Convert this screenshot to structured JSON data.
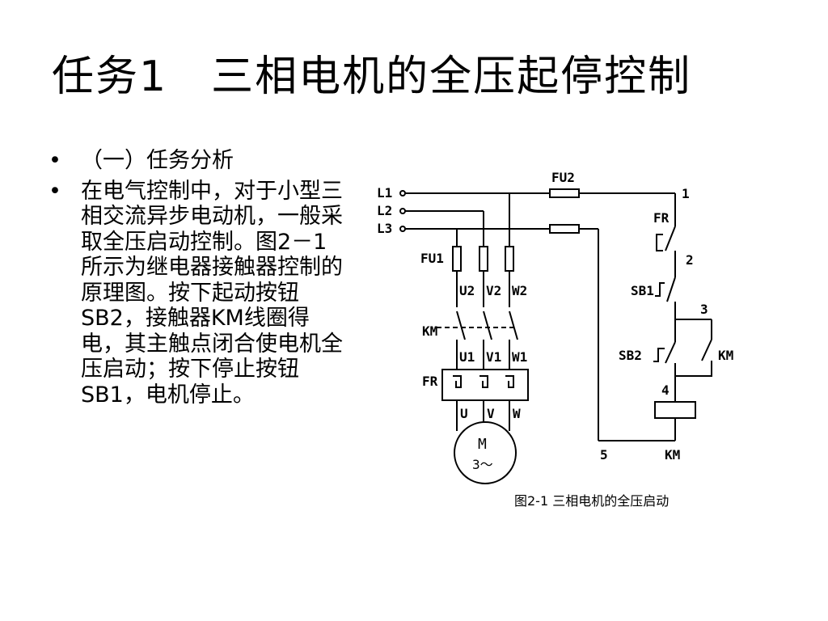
{
  "slide": {
    "title": "任务1　三相电机的全压起停控制",
    "bullets": [
      "（一）任务分析",
      "在电气控制中，对于小型三相交流异步电动机，一般采取全压启动控制。图2－1所示为继电器接触器控制的原理图。按下起动按钮SB2，接触器KM线圈得电，其主触点闭合使电机全压启动；按下停止按钮SB1，电机停止。"
    ],
    "bullet_symbol": "•"
  },
  "figure": {
    "caption": "图2-1  三相电机的全压启动",
    "labels": {
      "L1": "L1",
      "L2": "L2",
      "L3": "L3",
      "FU2": "FU2",
      "FU1": "FU1",
      "U2": "U2",
      "V2": "V2",
      "W2": "W2",
      "KM_main": "KM",
      "U1": "U1",
      "V1": "V1",
      "W1": "W1",
      "FR_main": "FR",
      "U": "U",
      "V": "V",
      "W": "W",
      "motor_M": "M",
      "motor_phase": "3～",
      "node1": "1",
      "FR_ctrl": "FR",
      "node2": "2",
      "SB1": "SB1",
      "node3": "3",
      "SB2": "SB2",
      "KM_aux": "KM",
      "node4": "4",
      "node5": "5",
      "KM_coil": "KM"
    }
  }
}
